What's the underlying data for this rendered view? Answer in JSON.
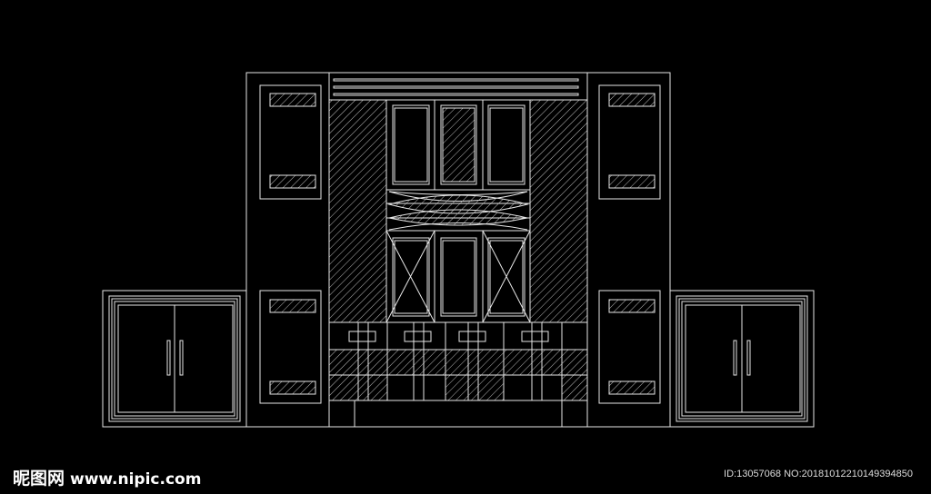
{
  "drawing": {
    "title": "Cabinet elevation CAD drawing",
    "line_color": "#e6e6e6",
    "background": "#000000"
  },
  "watermark": {
    "logo_text": "昵图网",
    "site": "www.nipic.com"
  },
  "image_id": "ID:13057068 NO:20181012210149394850"
}
